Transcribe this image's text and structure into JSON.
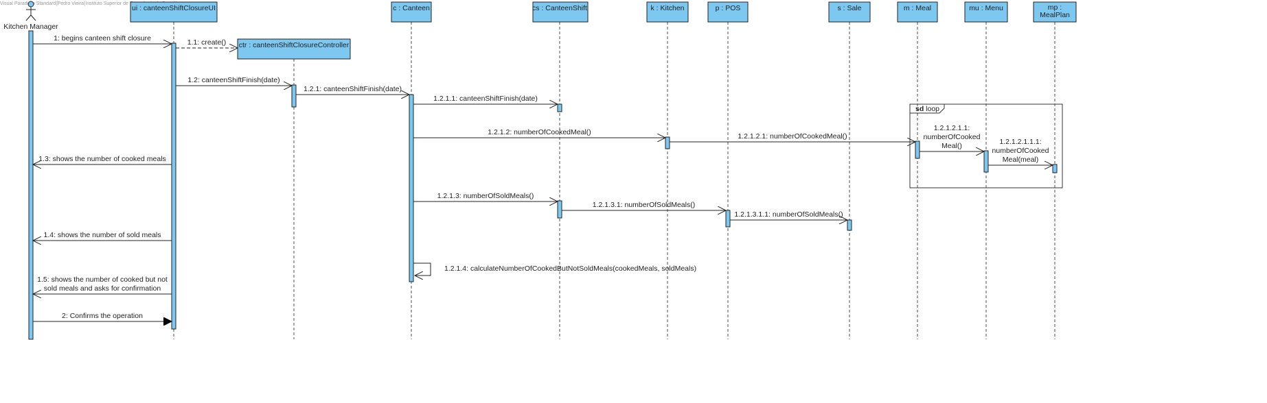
{
  "watermark": "Visual Paradigm Standard(Pedro Vieira(Instituto Superior de Engenharia do Porto))",
  "colors": {
    "box": "#7dc8f0",
    "stroke": "#222222",
    "frame": "#333333"
  },
  "actor": {
    "name": "Kitchen Manager"
  },
  "lifelines": [
    {
      "id": "ui",
      "label": "ui : canteenShiftClosureUI"
    },
    {
      "id": "ctr",
      "label": "ctr : canteenShiftClosureController"
    },
    {
      "id": "c",
      "label": "c : Canteen"
    },
    {
      "id": "cs",
      "label": "cs : CanteenShift"
    },
    {
      "id": "k",
      "label": "k : Kitchen"
    },
    {
      "id": "p",
      "label": "p : POS"
    },
    {
      "id": "s",
      "label": "s : Sale"
    },
    {
      "id": "m",
      "label": "m : Meal"
    },
    {
      "id": "mu",
      "label": "mu : Menu"
    },
    {
      "id": "mp",
      "label": [
        "mp :",
        "MealPlan"
      ]
    }
  ],
  "frame": {
    "keyword": "sd",
    "name": "loop"
  },
  "messages": [
    {
      "id": "m1",
      "from": "actor",
      "to": "ui",
      "kind": "sync",
      "label": [
        "1: begins canteen shift closure"
      ]
    },
    {
      "id": "m11",
      "from": "ui",
      "to": "ctr",
      "kind": "create",
      "label": [
        "1.1: create()"
      ]
    },
    {
      "id": "m12",
      "from": "ui",
      "to": "ctr",
      "kind": "sync",
      "label": [
        "1.2: canteenShiftFinish(date)"
      ]
    },
    {
      "id": "m121",
      "from": "ctr",
      "to": "c",
      "kind": "sync",
      "label": [
        "1.2.1: canteenShiftFinish(date)"
      ]
    },
    {
      "id": "m1211",
      "from": "c",
      "to": "cs",
      "kind": "sync",
      "label": [
        "1.2.1.1: canteenShiftFinish(date)"
      ]
    },
    {
      "id": "m1212",
      "from": "c",
      "to": "k",
      "kind": "sync",
      "label": [
        "1.2.1.2: numberOfCookedMeal()"
      ]
    },
    {
      "id": "m12121",
      "from": "k",
      "to": "m",
      "kind": "sync",
      "label": [
        "1.2.1.2.1: numberOfCookedMeal()"
      ]
    },
    {
      "id": "m121211",
      "from": "m",
      "to": "mu",
      "kind": "sync",
      "label": [
        "1.2.1.2.1.1:",
        "numberOfCooked",
        "Meal()"
      ]
    },
    {
      "id": "m1212111",
      "from": "mu",
      "to": "mp",
      "kind": "sync",
      "label": [
        "1.2.1.2.1.1.1:",
        "numberOfCooked",
        "Meal(meal)"
      ]
    },
    {
      "id": "m13",
      "from": "ui",
      "to": "actor",
      "kind": "reply",
      "label": [
        "1.3: shows the number of cooked meals"
      ]
    },
    {
      "id": "m1213",
      "from": "c",
      "to": "cs",
      "kind": "sync",
      "label": [
        "1.2.1.3: numberOfSoldMeals()"
      ]
    },
    {
      "id": "m12131",
      "from": "cs",
      "to": "p",
      "kind": "sync",
      "label": [
        "1.2.1.3.1: numberOfSoldMeals()"
      ]
    },
    {
      "id": "m121311",
      "from": "p",
      "to": "s",
      "kind": "sync",
      "label": [
        "1.2.1.3.1.1: numberOfSoldMeals()"
      ]
    },
    {
      "id": "m14",
      "from": "ui",
      "to": "actor",
      "kind": "reply",
      "label": [
        "1.4: shows the number of sold meals"
      ]
    },
    {
      "id": "m1214",
      "from": "c",
      "to": "c",
      "kind": "self",
      "label": [
        "1.2.1.4: calculateNumberOfCookedButNotSoldMeals(cookedMeals, soldMeals)"
      ]
    },
    {
      "id": "m15",
      "from": "ui",
      "to": "actor",
      "kind": "reply",
      "label": [
        "1.5: shows the number of cooked but not",
        "sold meals and asks for confirmation"
      ]
    },
    {
      "id": "m2",
      "from": "actor",
      "to": "ui",
      "kind": "filled",
      "label": [
        "2: Confirms the operation"
      ]
    }
  ]
}
